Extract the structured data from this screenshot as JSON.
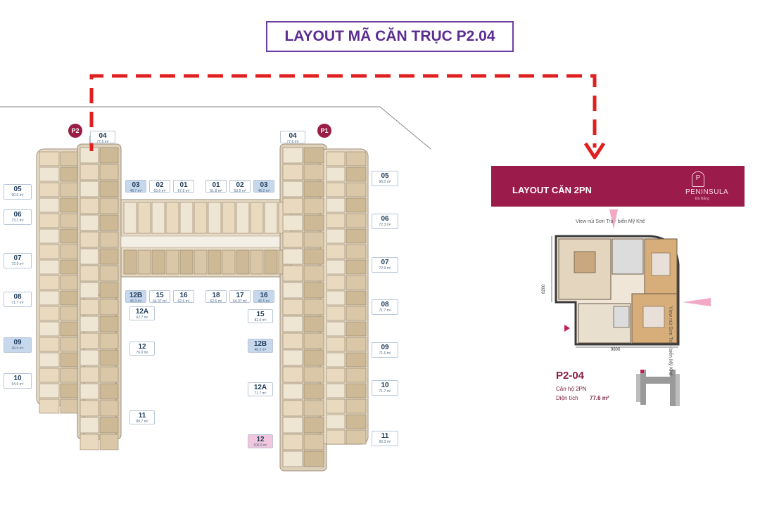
{
  "title": "LAYOUT MÃ CĂN TRỤC P2.04",
  "pins": [
    {
      "label": "P2"
    },
    {
      "label": "P1"
    }
  ],
  "units_p2_left": [
    {
      "code": "04",
      "area": "77.6 m²"
    },
    {
      "code": "05",
      "area": "90.0 m²"
    },
    {
      "code": "06",
      "area": "73.1 m²"
    },
    {
      "code": "07",
      "area": "72.9 m²"
    },
    {
      "code": "08",
      "area": "71.7 m²"
    },
    {
      "code": "09",
      "area": "49.9 m²"
    },
    {
      "code": "10",
      "area": "94.6 m²"
    }
  ],
  "units_top_row": [
    {
      "code": "03",
      "area": "48.7 m²"
    },
    {
      "code": "02",
      "area": "63.6 m²"
    },
    {
      "code": "01",
      "area": "67.8 m²"
    },
    {
      "code": "01",
      "area": "61.8 m²"
    },
    {
      "code": "02",
      "area": "63.6 m²"
    },
    {
      "code": "03",
      "area": "48.2 m²"
    }
  ],
  "units_mid_row": [
    {
      "code": "12B",
      "area": "46.3 m²"
    },
    {
      "code": "15",
      "area": "64.37 m²"
    },
    {
      "code": "16",
      "area": "62.6 m²"
    },
    {
      "code": "18",
      "area": "62.6 m²"
    },
    {
      "code": "17",
      "area": "64.37 m²"
    },
    {
      "code": "16",
      "area": "46.5 m²"
    }
  ],
  "units_p2_inner": [
    {
      "code": "12A",
      "area": "62.7 m²"
    },
    {
      "code": "12",
      "area": "76.0 m²"
    },
    {
      "code": "11",
      "area": "89.7 m²"
    }
  ],
  "units_p1_inner": [
    {
      "code": "15",
      "area": "82.6 m²"
    },
    {
      "code": "12B",
      "area": "48.2 m²"
    },
    {
      "code": "12A",
      "area": "71.7 m²"
    },
    {
      "code": "12",
      "area": "106.5 m²"
    }
  ],
  "units_p1_right": [
    {
      "code": "04",
      "area": "77.6 m²"
    },
    {
      "code": "05",
      "area": "96.0 m²"
    },
    {
      "code": "06",
      "area": "72.3 m²"
    },
    {
      "code": "07",
      "area": "72.9 m²"
    },
    {
      "code": "08",
      "area": "71.7 m²"
    },
    {
      "code": "09",
      "area": "71.6 m²"
    },
    {
      "code": "10",
      "area": "71.7 m²"
    },
    {
      "code": "11",
      "area": "93.3 m²"
    }
  ],
  "panel": {
    "header": "LAYOUT CĂN 2PN",
    "brand": "PENINSULA",
    "brand_sub": "Đà Nẵng",
    "view_top": "View núi Sơn Trà - biển Mỹ Khê",
    "view_right": "View núi Sơn Trà - biển Mỹ Khê",
    "dim_width": "9800",
    "dim_height": "8200",
    "code": "P2-04",
    "type": "Căn hộ 2PN",
    "area_label": "Diện tích",
    "area": "77.6 m²"
  },
  "colors": {
    "accent": "#9b1b4b",
    "title": "#5b2d91",
    "arrow": "#e02020",
    "highlight_unit": "#c8d8ec",
    "pink_unit": "#f2c6dc"
  }
}
